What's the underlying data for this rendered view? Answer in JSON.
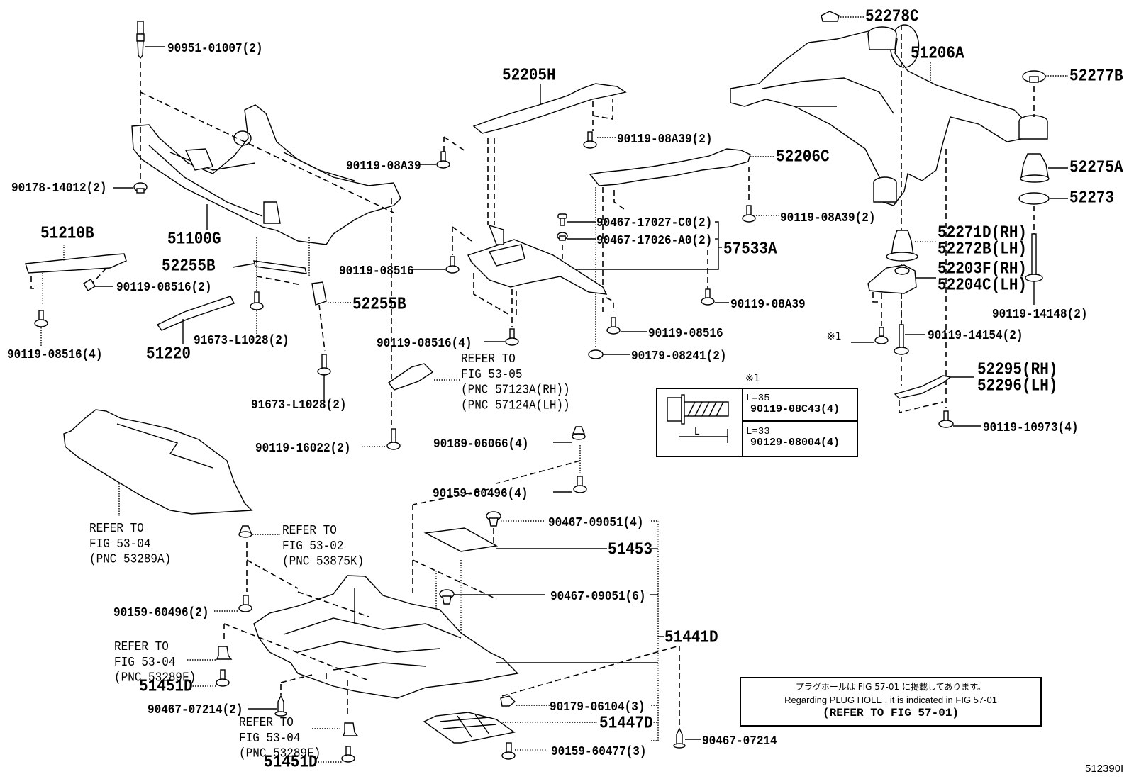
{
  "diagram": {
    "type": "parts-exploded-view",
    "figure_code": "512390I",
    "labels": {
      "l_90951_01007": "90951-01007(2)",
      "l_90178_14012": "90178-14012(2)",
      "l_51210B": "51210B",
      "l_51100G": "51100G",
      "l_90119_08516_2": "90119-08516(2)",
      "l_90119_08516_4a": "90119-08516(4)",
      "l_52255B_a": "52255B",
      "l_52255B_b": "52255B",
      "l_51220": "51220",
      "l_91673_L1028_a": "91673-L1028(2)",
      "l_91673_L1028_b": "91673-L1028(2)",
      "l_52205H": "52205H",
      "l_90119_08A39_a": "90119-08A39",
      "l_90119_08A39_2a": "90119-08A39(2)",
      "l_52206C": "52206C",
      "l_90119_08A39_2b": "90119-08A39(2)",
      "l_90467_17027": "90467-17027-C0(2)",
      "l_90467_17026": "90467-17026-A0(2)",
      "l_57533A": "57533A",
      "l_90119_08516_a": "90119-08516",
      "l_90119_08A39_b": "90119-08A39",
      "l_90119_08516_b": "90119-08516",
      "l_90119_08516_4b": "90119-08516(4)",
      "l_90179_08241": "90179-08241(2)",
      "l_refer_53_05": "REFER TO\nFIG 53-05\n(PNC 57123A(RH))\n(PNC 57124A(LH))",
      "l_90119_16022": "90119-16022(2)",
      "l_90189_06066": "90189-06066(4)",
      "l_90159_60496_4": "90159-60496(4)",
      "l_refer_53_04a": "REFER TO\nFIG 53-04\n(PNC 53289A)",
      "l_refer_53_02": "REFER TO\nFIG 53-02\n(PNC 53875K)",
      "l_90467_09051_4": "90467-09051(4)",
      "l_51453": "51453",
      "l_90159_60496_2": "90159-60496(2)",
      "l_90467_09051_6": "90467-09051(6)",
      "l_51441D": "51441D",
      "l_refer_53_04b": "REFER TO\nFIG 53-04\n(PNC 53289F)",
      "l_51451D_a": "51451D",
      "l_90467_07214_2": "90467-07214(2)",
      "l_refer_53_04c": "REFER TO\nFIG 53-04\n(PNC 53289F)",
      "l_51451D_b": "51451D",
      "l_90179_06104": "90179-06104(3)",
      "l_51447D": "51447D",
      "l_90159_60477": "90159-60477(3)",
      "l_90467_07214": "90467-07214",
      "l_52278C": "52278C",
      "l_51206A": "51206A",
      "l_52277B": "52277B",
      "l_52275A": "52275A",
      "l_52273": "52273",
      "l_52271D": "52271D(RH)",
      "l_52272B": "52272B(LH)",
      "l_52203F": "52203F(RH)",
      "l_52204C": "52204C(LH)",
      "l_90119_14148": "90119-14148(2)",
      "l_asterisk1": "※1",
      "l_90119_14154": "90119-14154(2)",
      "l_52295": "52295(RH)",
      "l_52296": "52296(LH)",
      "l_90119_10973": "90119-10973(4)"
    },
    "bolt_table": {
      "title": "※1",
      "dimension_label": "L",
      "rows": [
        {
          "length": "L=35",
          "part": "90119-08C43(4)"
        },
        {
          "length": "L=33",
          "part": "90129-08004(4)"
        }
      ]
    },
    "note": {
      "japanese": "プラグホールは FIG 57-01 に掲載してあります。",
      "english": "Regarding PLUG HOLE , it is indicated in FIG 57-01",
      "reference": "(REFER TO FIG 57-01)"
    }
  }
}
